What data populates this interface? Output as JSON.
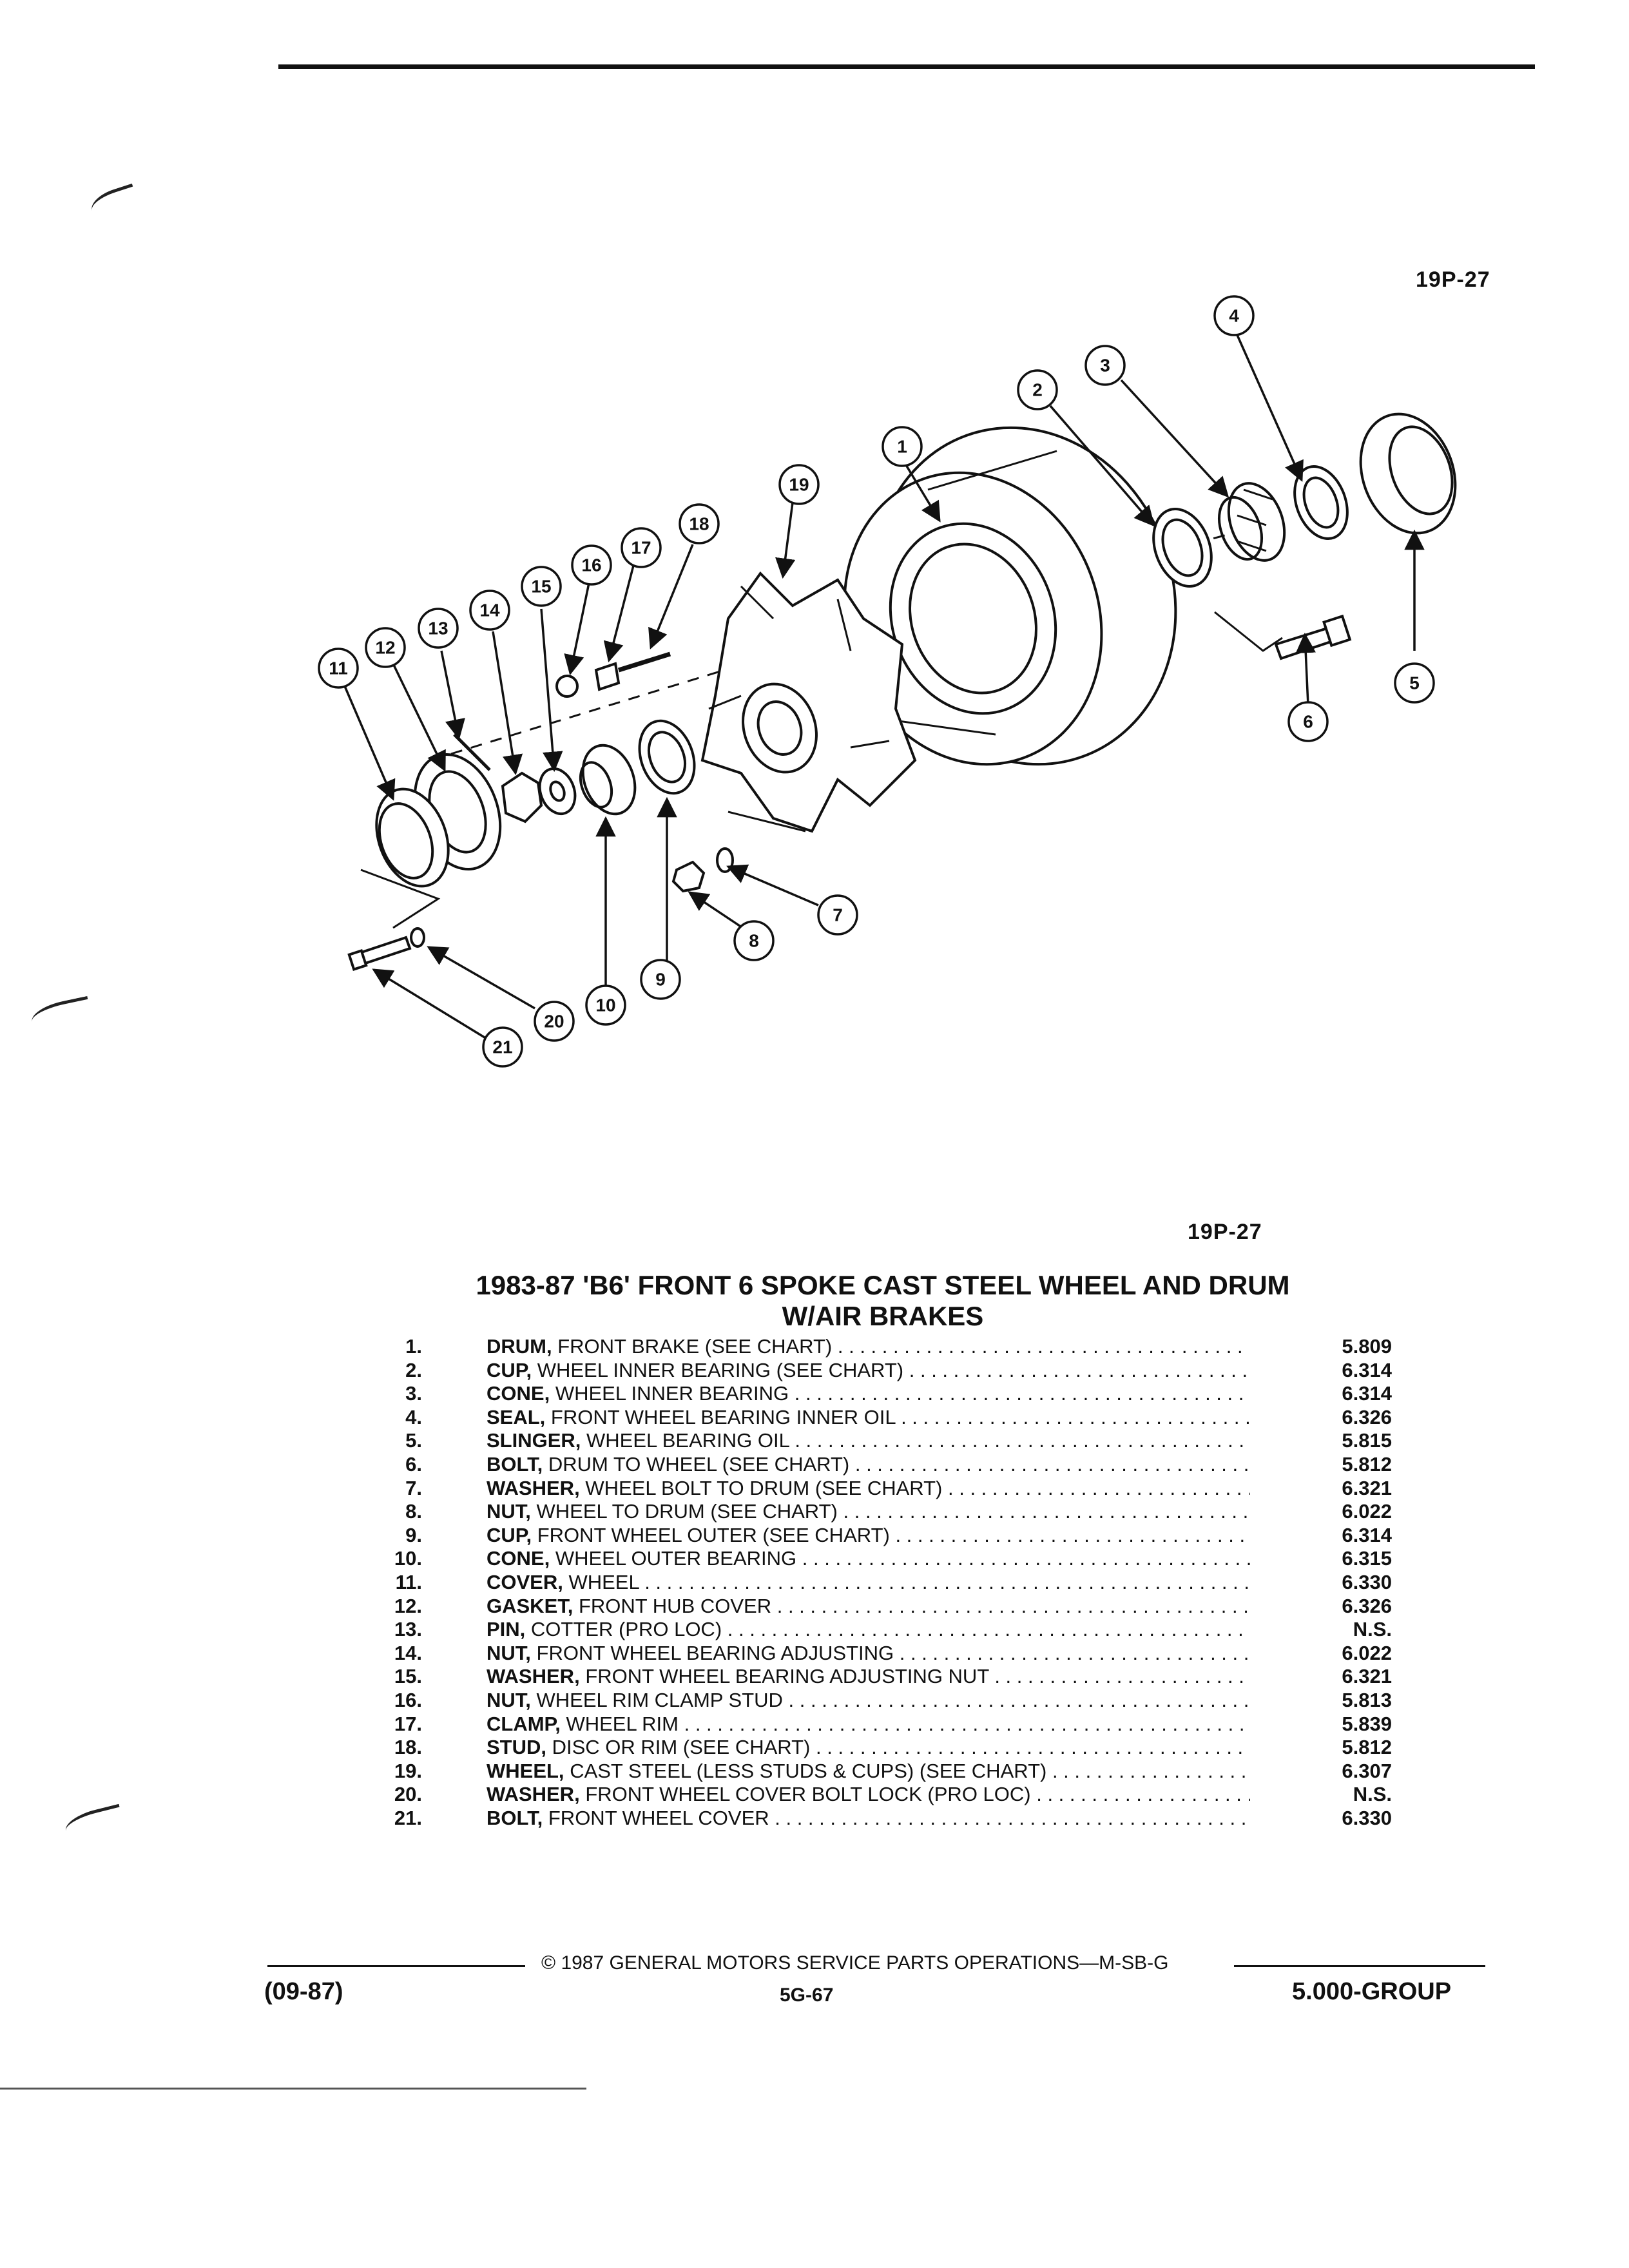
{
  "page": {
    "figure_code_top": "19P-27",
    "figure_code_caption": "19P-27",
    "title_line1": "1983-87 'B6' FRONT 6 SPOKE CAST STEEL WHEEL AND DRUM",
    "title_line2": "W/AIR BRAKES"
  },
  "callouts": [
    "1",
    "2",
    "3",
    "4",
    "5",
    "6",
    "7",
    "8",
    "9",
    "10",
    "11",
    "12",
    "13",
    "14",
    "15",
    "16",
    "17",
    "18",
    "19",
    "20",
    "21"
  ],
  "parts": [
    {
      "num": "1.",
      "name": "DRUM,",
      "desc": "FRONT BRAKE (SEE CHART)",
      "code": "5.809"
    },
    {
      "num": "2.",
      "name": "CUP,",
      "desc": "WHEEL INNER BEARING (SEE CHART)",
      "code": "6.314"
    },
    {
      "num": "3.",
      "name": "CONE,",
      "desc": "WHEEL INNER BEARING",
      "code": "6.314"
    },
    {
      "num": "4.",
      "name": "SEAL,",
      "desc": "FRONT WHEEL BEARING INNER OIL",
      "code": "6.326"
    },
    {
      "num": "5.",
      "name": "SLINGER,",
      "desc": "WHEEL BEARING OIL",
      "code": "5.815"
    },
    {
      "num": "6.",
      "name": "BOLT,",
      "desc": "DRUM TO WHEEL (SEE CHART)",
      "code": "5.812"
    },
    {
      "num": "7.",
      "name": "WASHER,",
      "desc": "WHEEL BOLT TO DRUM (SEE CHART)",
      "code": "6.321"
    },
    {
      "num": "8.",
      "name": "NUT,",
      "desc": "WHEEL TO DRUM (SEE CHART)",
      "code": "6.022"
    },
    {
      "num": "9.",
      "name": "CUP,",
      "desc": "FRONT WHEEL OUTER (SEE CHART)",
      "code": "6.314"
    },
    {
      "num": "10.",
      "name": "CONE,",
      "desc": "WHEEL OUTER BEARING",
      "code": "6.315"
    },
    {
      "num": "11.",
      "name": "COVER,",
      "desc": "WHEEL",
      "code": "6.330"
    },
    {
      "num": "12.",
      "name": "GASKET,",
      "desc": "FRONT HUB COVER",
      "code": "6.326"
    },
    {
      "num": "13.",
      "name": "PIN,",
      "desc": "COTTER (PRO LOC)",
      "code": "N.S."
    },
    {
      "num": "14.",
      "name": "NUT,",
      "desc": "FRONT WHEEL BEARING ADJUSTING",
      "code": "6.022"
    },
    {
      "num": "15.",
      "name": "WASHER,",
      "desc": "FRONT WHEEL BEARING ADJUSTING NUT",
      "code": "6.321"
    },
    {
      "num": "16.",
      "name": "NUT,",
      "desc": "WHEEL RIM CLAMP STUD",
      "code": "5.813"
    },
    {
      "num": "17.",
      "name": "CLAMP,",
      "desc": "WHEEL RIM",
      "code": "5.839"
    },
    {
      "num": "18.",
      "name": "STUD,",
      "desc": "DISC OR RIM (SEE CHART)",
      "code": "5.812"
    },
    {
      "num": "19.",
      "name": "WHEEL,",
      "desc": "CAST STEEL (LESS STUDS & CUPS) (SEE CHART)",
      "code": "6.307"
    },
    {
      "num": "20.",
      "name": "WASHER,",
      "desc": "FRONT WHEEL COVER BOLT LOCK (PRO LOC)",
      "code": "N.S."
    },
    {
      "num": "21.",
      "name": "BOLT,",
      "desc": "FRONT WHEEL COVER",
      "code": "6.330"
    }
  ],
  "footer": {
    "copyright": "© 1987 GENERAL MOTORS SERVICE PARTS OPERATIONS—M-SB-G",
    "date_code": "(09-87)",
    "page_number": "5G-67",
    "group": "5.000-GROUP"
  }
}
